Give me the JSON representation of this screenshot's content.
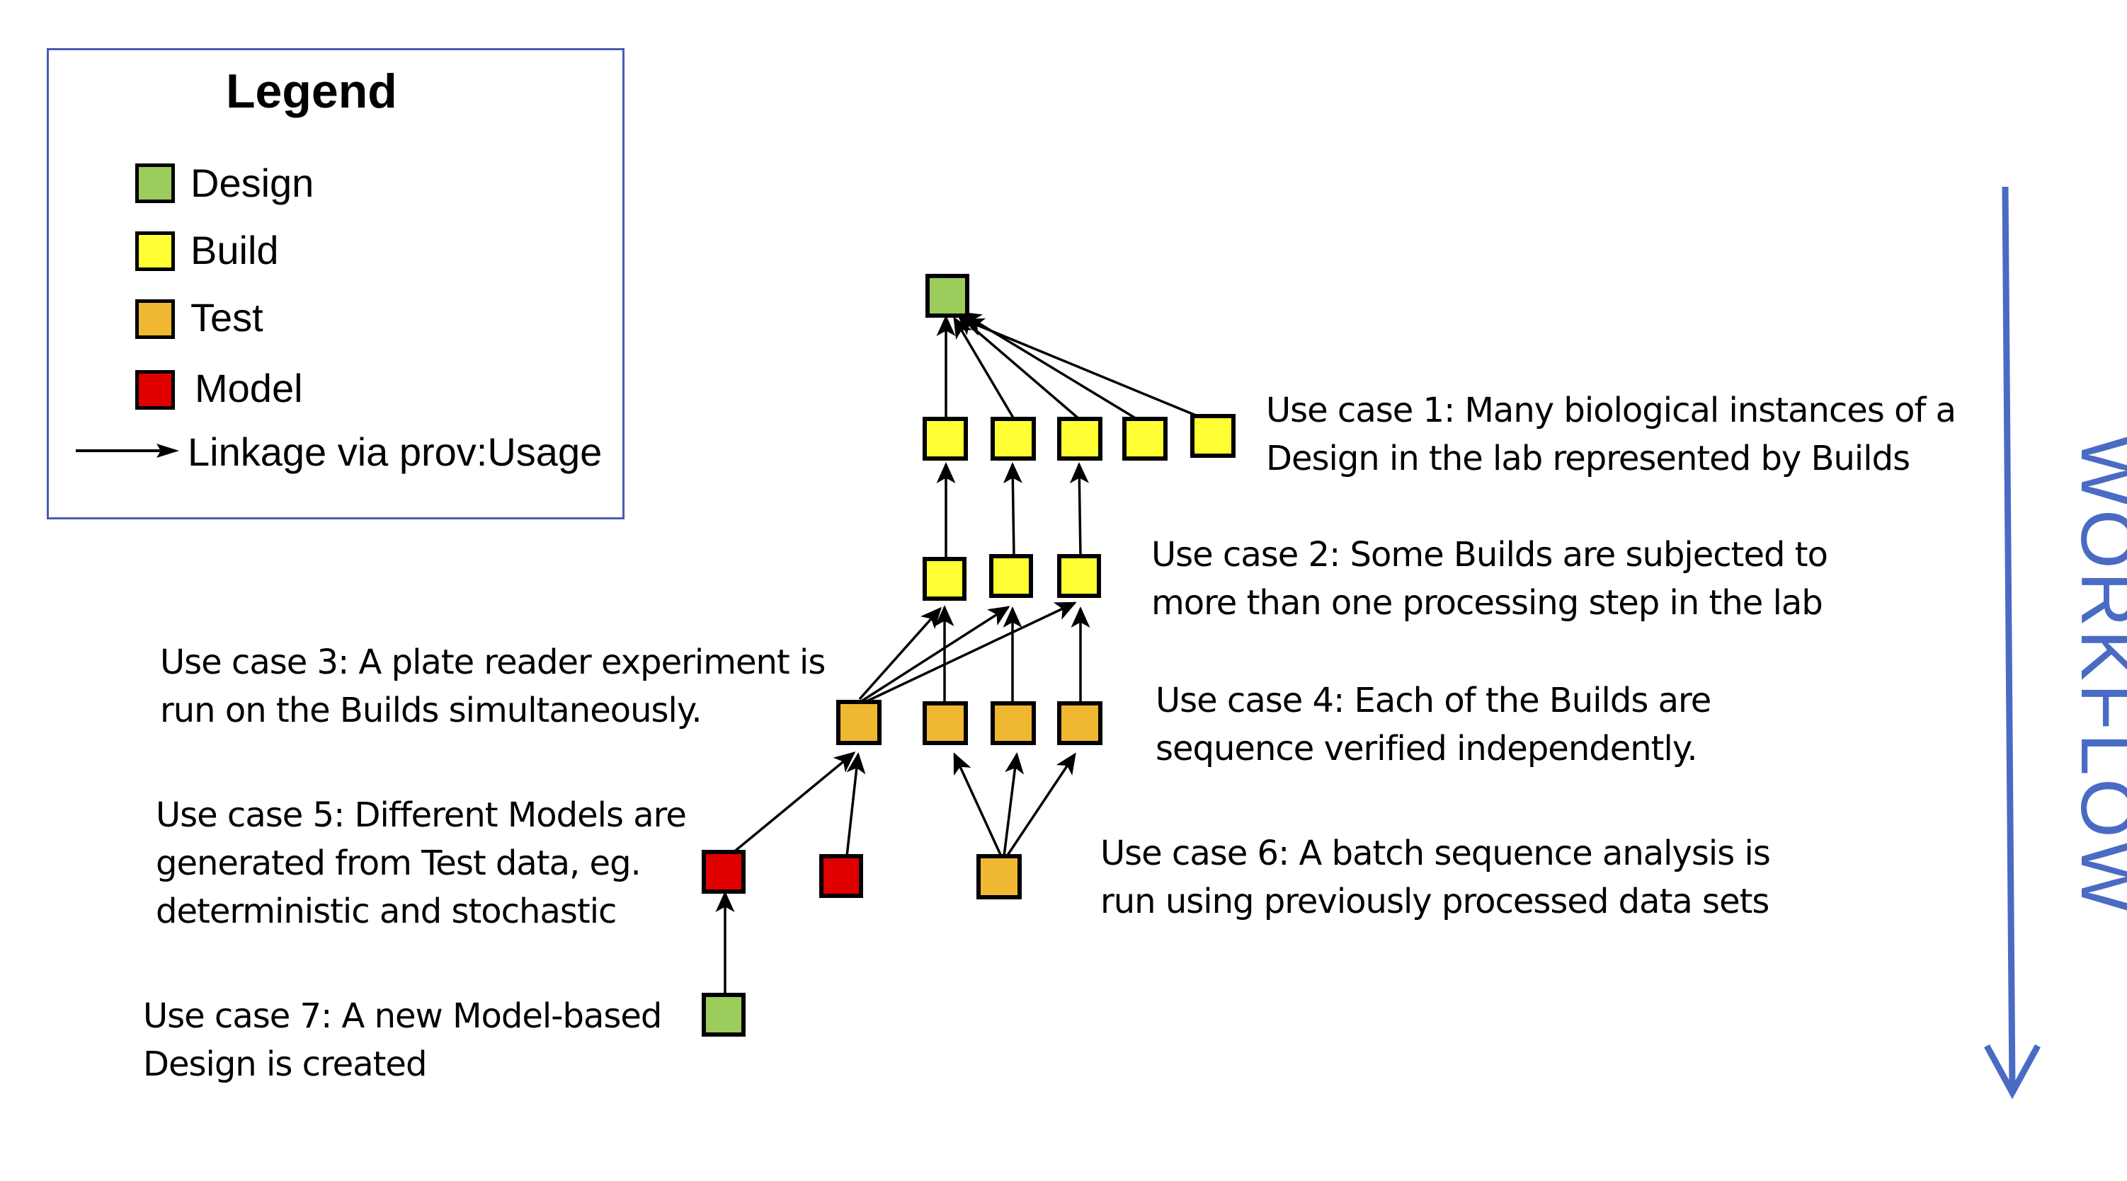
{
  "colors": {
    "design": "#9ccc5c",
    "build": "#ffff33",
    "test": "#f0b830",
    "model": "#e00000",
    "legend_border": "#4a5bb5",
    "workflow": "#4a6bc4"
  },
  "legend": {
    "title": "Legend",
    "items": [
      {
        "label": "Design",
        "color": "#9ccc5c"
      },
      {
        "label": "Build",
        "color": "#ffff33"
      },
      {
        "label": "Test",
        "color": "#f0b830"
      },
      {
        "label": "Model",
        "color": "#e00000"
      }
    ],
    "linkage_label": "Linkage via prov:Usage"
  },
  "use_cases": [
    {
      "line1": "Use case 1: Many biological instances of a",
      "line2": "Design in the lab represented by Builds"
    },
    {
      "line1": "Use case 2: Some Builds are subjected to",
      "line2": "more than one processing step in the lab"
    },
    {
      "line1": "Use case 3:  A plate reader experiment is",
      "line2": "run on the Builds simultaneously."
    },
    {
      "line1": "Use case 4:  Each of the Builds are",
      "line2": "sequence verified independently."
    },
    {
      "line1": "Use case 5:  Different Models are",
      "line2": "generated from Test data, eg.",
      "line3": "deterministic and stochastic"
    },
    {
      "line1": "Use case 6:  A batch sequence analysis is",
      "line2": "run using previously processed data sets"
    },
    {
      "line1": "Use case 7: A new Model-based",
      "line2": "Design is created"
    }
  ],
  "workflow_label": "WORKFLOW"
}
